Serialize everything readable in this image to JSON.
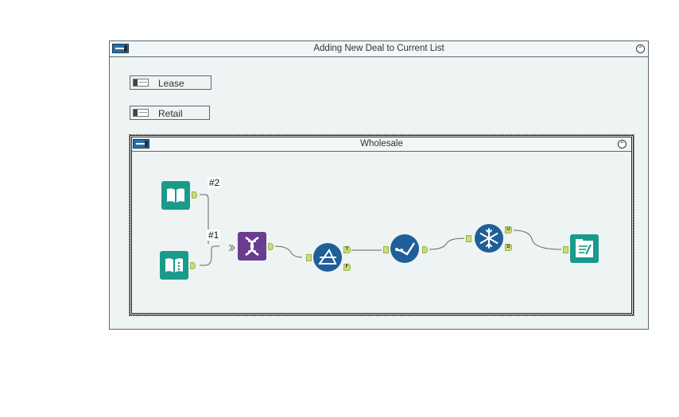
{
  "outer_container": {
    "title": "Adding New Deal to Current List",
    "collapse_glyph": "⌃"
  },
  "sub_containers": [
    {
      "label": "Lease"
    },
    {
      "label": "Retail"
    }
  ],
  "wholesale": {
    "title": "Wholesale",
    "collapse_glyph": "⌃"
  },
  "connection_labels": {
    "top": "#2",
    "bottom": "#1"
  },
  "anchors": {
    "filter_true": "T",
    "filter_false": "F",
    "unique_u": "U",
    "unique_d": "D"
  },
  "tools": [
    {
      "icon": "input-data-icon",
      "color": "#1a9a8a"
    },
    {
      "icon": "input-data-icon-2",
      "color": "#1a9a8a"
    },
    {
      "icon": "union-dna-icon",
      "color": "#6a3d8f"
    },
    {
      "icon": "filter-icon",
      "color": "#1f5f99"
    },
    {
      "icon": "select-check-icon",
      "color": "#1f5f99"
    },
    {
      "icon": "unique-snowflake-icon",
      "color": "#1f5f99"
    },
    {
      "icon": "output-data-icon",
      "color": "#1a9a8a"
    }
  ]
}
